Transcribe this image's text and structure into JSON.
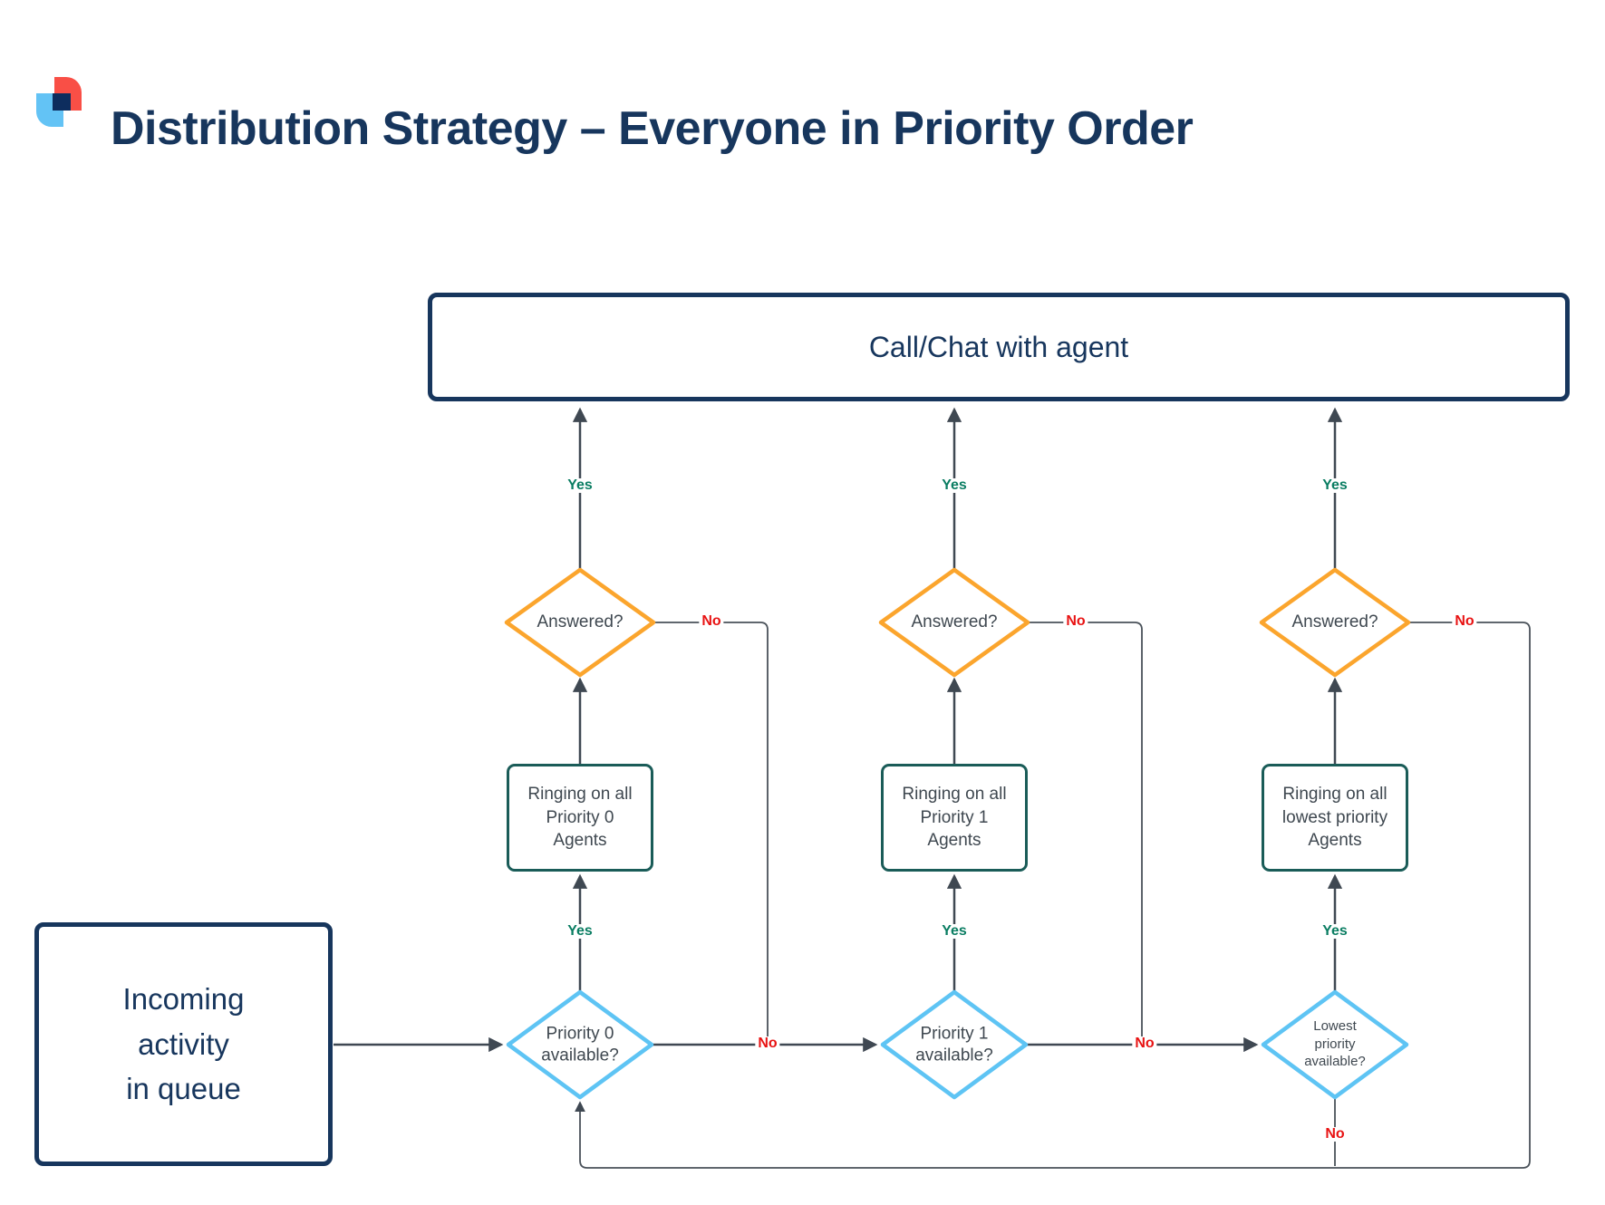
{
  "title": "Distribution Strategy – Everyone in Priority Order",
  "top_node": {
    "label": "Call/Chat with agent"
  },
  "start_node": {
    "label": "Incoming\nactivity\nin queue"
  },
  "labels": {
    "yes": "Yes",
    "no": "No"
  },
  "columns": [
    {
      "answered": "Answered?",
      "ringing": "Ringing on all\nPriority 0\nAgents",
      "available": "Priority 0\navailable?"
    },
    {
      "answered": "Answered?",
      "ringing": "Ringing on all\nPriority 1\nAgents",
      "available": "Priority 1\navailable?"
    },
    {
      "answered": "Answered?",
      "ringing": "Ringing on all\nlowest priority\nAgents",
      "available": "Lowest\npriority\navailable?"
    }
  ],
  "colors": {
    "navy": "#17365d",
    "diamond_orange": "#fba52d",
    "diamond_blue": "#5ec4f4",
    "ringing_teal": "#1a5c58",
    "line": "#3f4852",
    "yes_green": "#0a7d62",
    "no_red": "#e81313",
    "node_text": "#3f4850",
    "logo_red": "#f94f46",
    "logo_blue": "#63c3f5",
    "logo_navy": "#0d2d5e"
  }
}
